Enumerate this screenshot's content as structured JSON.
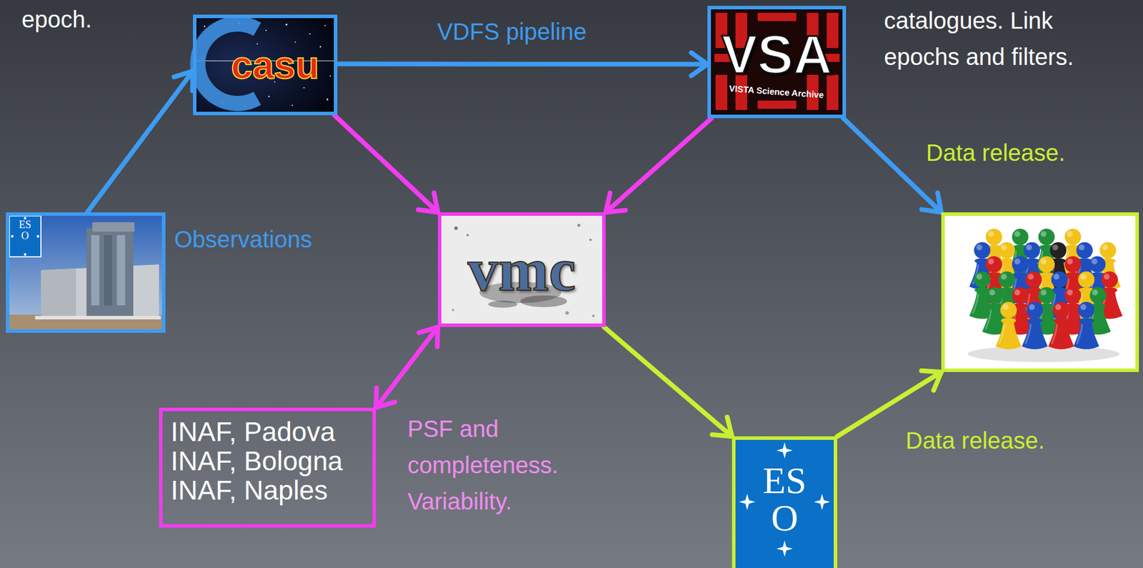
{
  "diagram": {
    "nodes": [
      {
        "text": [
          "ESO"
        ]
      },
      {
        "text": [
          "casu"
        ]
      },
      {
        "text": [
          "VSA",
          "VISTA Science Archive"
        ]
      },
      {
        "text": [
          "vmc"
        ]
      },
      {
        "text": []
      },
      {
        "text": [
          "INAF, Padova INAF, Bologna INAF, Naples"
        ]
      },
      {
        "text": [
          "ESO"
        ]
      }
    ],
    "edges": [
      {
        "from": 0,
        "to": 1,
        "arrow": "to"
      },
      {
        "from": 1,
        "to": 2,
        "label": "VDFS pipeline",
        "arrow": "to"
      },
      {
        "from": 2,
        "to": 4,
        "arrow": "to"
      },
      {
        "from": 1,
        "to": 3,
        "arrow": "to"
      },
      {
        "from": 2,
        "to": 3,
        "arrow": "to"
      },
      {
        "from": 5,
        "to": 3,
        "arrow": "both"
      },
      {
        "from": 3,
        "to": 6,
        "arrow": "to"
      },
      {
        "from": 6,
        "to": 4,
        "arrow": "to"
      }
    ],
    "labels": [
      "epoch.",
      "catalogues. Link epochs and filters.",
      "Data release.",
      "Observations",
      "PSF and completeness. Variability.",
      "Data release."
    ]
  }
}
